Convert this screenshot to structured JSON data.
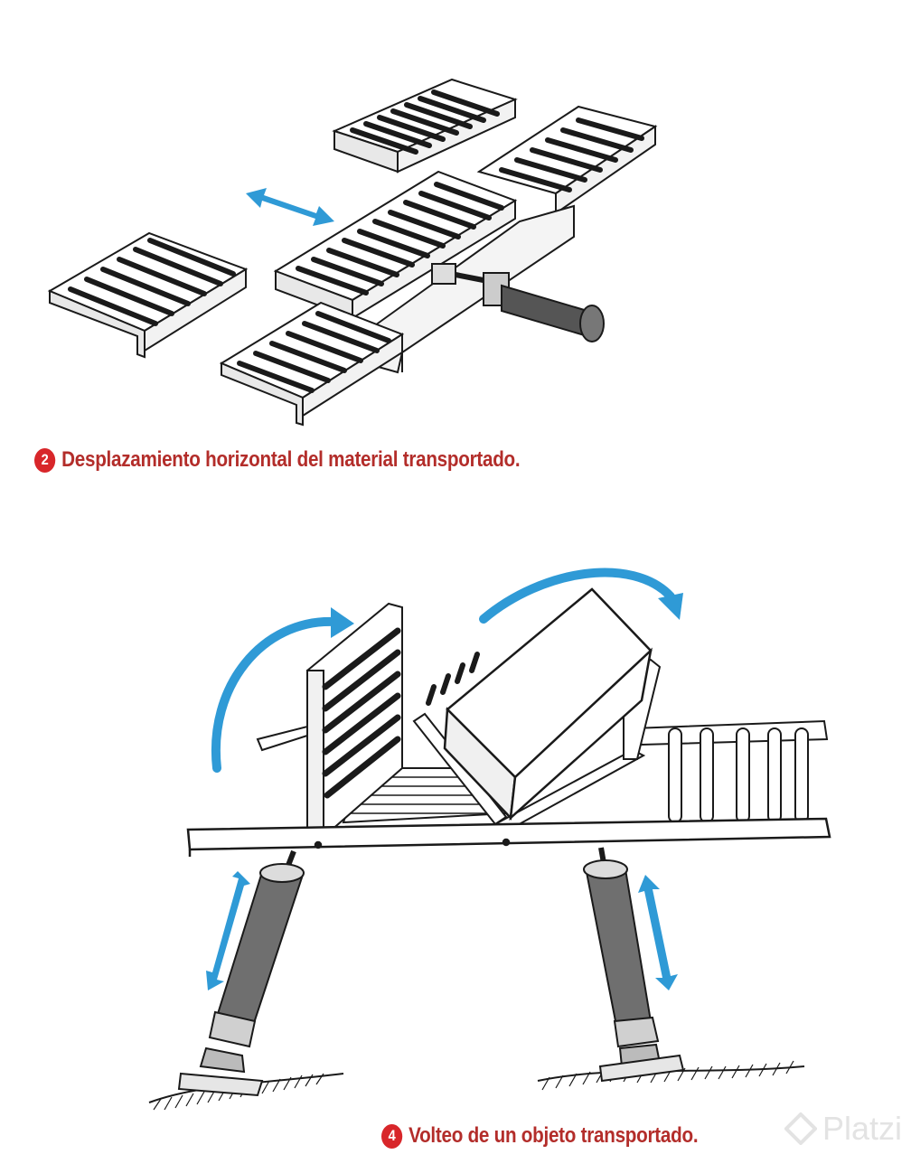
{
  "figures": [
    {
      "number": "2",
      "caption": "Desplazamiento horizontal del material transportado.",
      "illustration": "horizontal-roller-conveyor-shift"
    },
    {
      "number": "4",
      "caption": "Volteo de un objeto transportado.",
      "illustration": "tilting-roller-conveyor-with-hydraulic-cylinders"
    }
  ],
  "watermark": {
    "text": "Platzi",
    "icon": "platzi-logo-icon"
  },
  "colors": {
    "caption": "#b32d2a",
    "badge": "#d8262a",
    "arrow": "#2f9ad6",
    "line": "#1a1a1a",
    "watermark": "#e3e3e3"
  }
}
